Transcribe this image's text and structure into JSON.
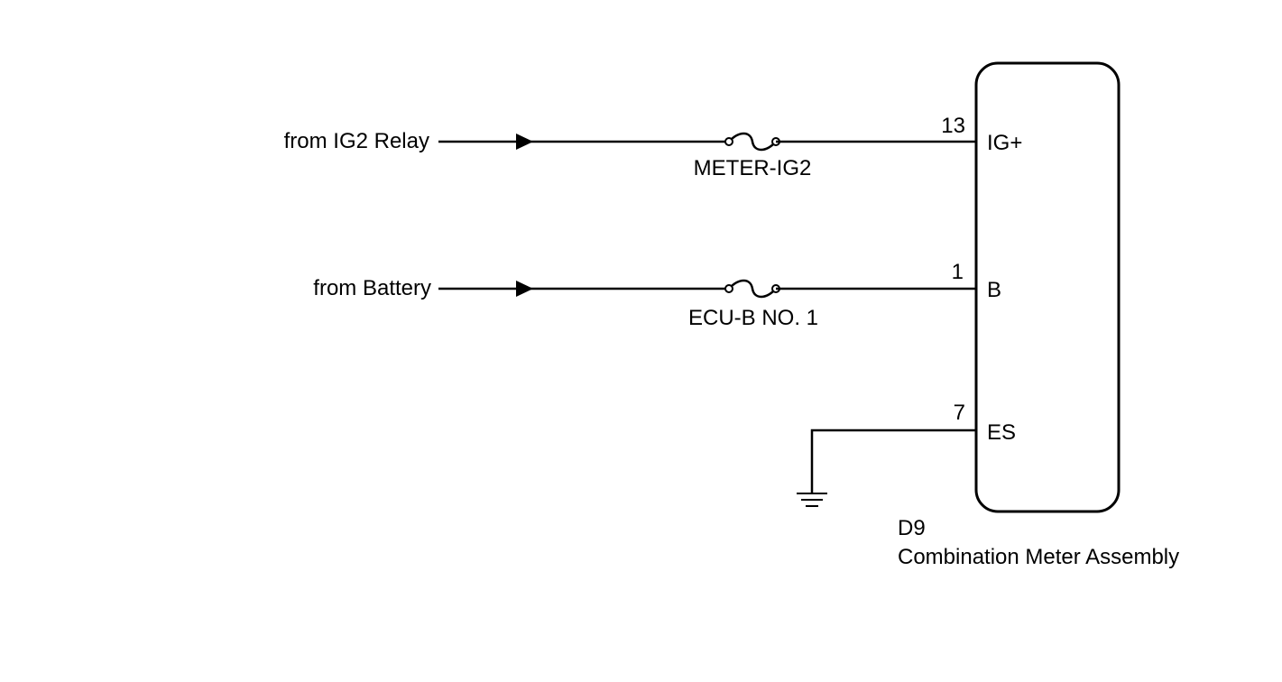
{
  "circuits": [
    {
      "source": "from IG2 Relay",
      "fuse": "METER-IG2",
      "pin": "13",
      "terminal": "IG+"
    },
    {
      "source": "from Battery",
      "fuse": "ECU-B NO. 1",
      "pin": "1",
      "terminal": "B"
    }
  ],
  "ground_circuit": {
    "pin": "7",
    "terminal": "ES"
  },
  "component": {
    "code": "D9",
    "name": "Combination Meter Assembly"
  }
}
